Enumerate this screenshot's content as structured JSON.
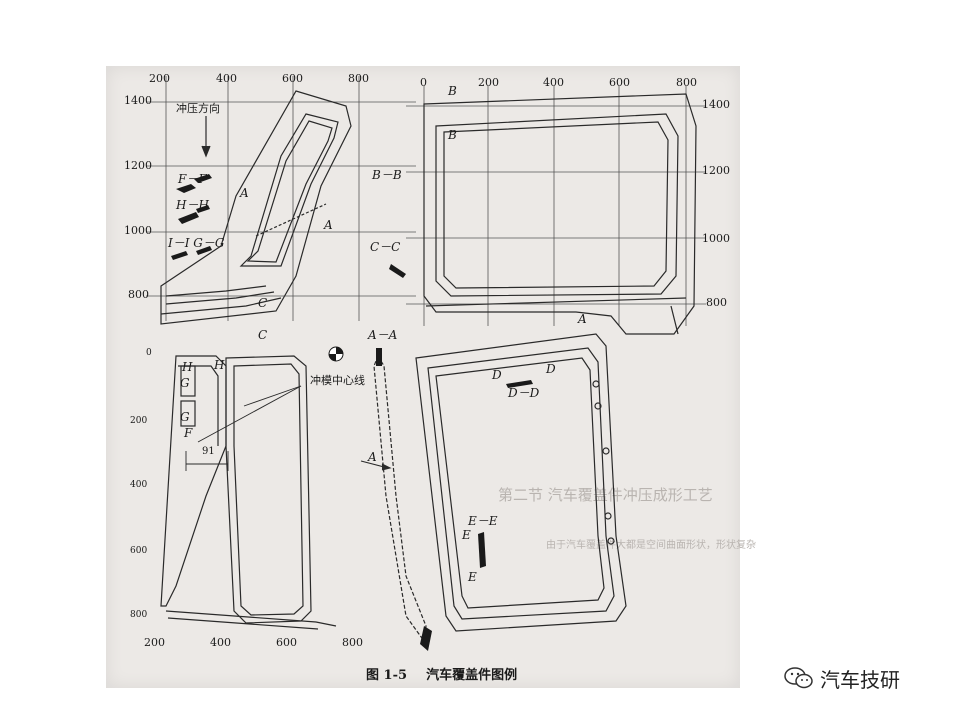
{
  "figure": {
    "caption_number": "图 1-5",
    "caption_title": "汽车覆盖件图例",
    "stamping_direction": "冲压方向",
    "die_centerline": "冲模中心线",
    "dimension_91": "91",
    "top_left_x_ticks": [
      "200",
      "400",
      "600",
      "800"
    ],
    "top_left_y_ticks": [
      "1400",
      "1200",
      "1000",
      "800"
    ],
    "top_right_x_ticks": [
      "0",
      "200",
      "400",
      "600",
      "800"
    ],
    "top_right_y_ticks": [
      "1400",
      "1200",
      "1000",
      "800"
    ],
    "bottom_x_ticks": [
      "200",
      "400",
      "600",
      "800"
    ],
    "bottom_y_ticks": [
      "0",
      "200",
      "400",
      "600",
      "800"
    ],
    "sections": {
      "ff": "F－F",
      "hh": "H－H",
      "ii_gg": "I－I G－G",
      "bb": "B－B",
      "cc": "C－C",
      "aa": "A－A",
      "dd": "D－D",
      "ee": "E－E"
    },
    "markers": {
      "a1": "A",
      "a2": "A",
      "a3": "A",
      "a4": "A",
      "b1": "B",
      "b2": "B",
      "c1": "C",
      "c2": "C",
      "d1": "D",
      "d2": "D",
      "e1": "E",
      "e2": "E",
      "f1": "F",
      "g1": "G",
      "g2": "G",
      "h1": "H",
      "h2": "H"
    },
    "background_text": {
      "line1": "第二节  汽车覆盖件冲压成形工艺",
      "line2": "由于汽车覆盖件大都是空间曲面形状，形状复杂"
    }
  },
  "watermark": {
    "label": "汽车技研"
  }
}
